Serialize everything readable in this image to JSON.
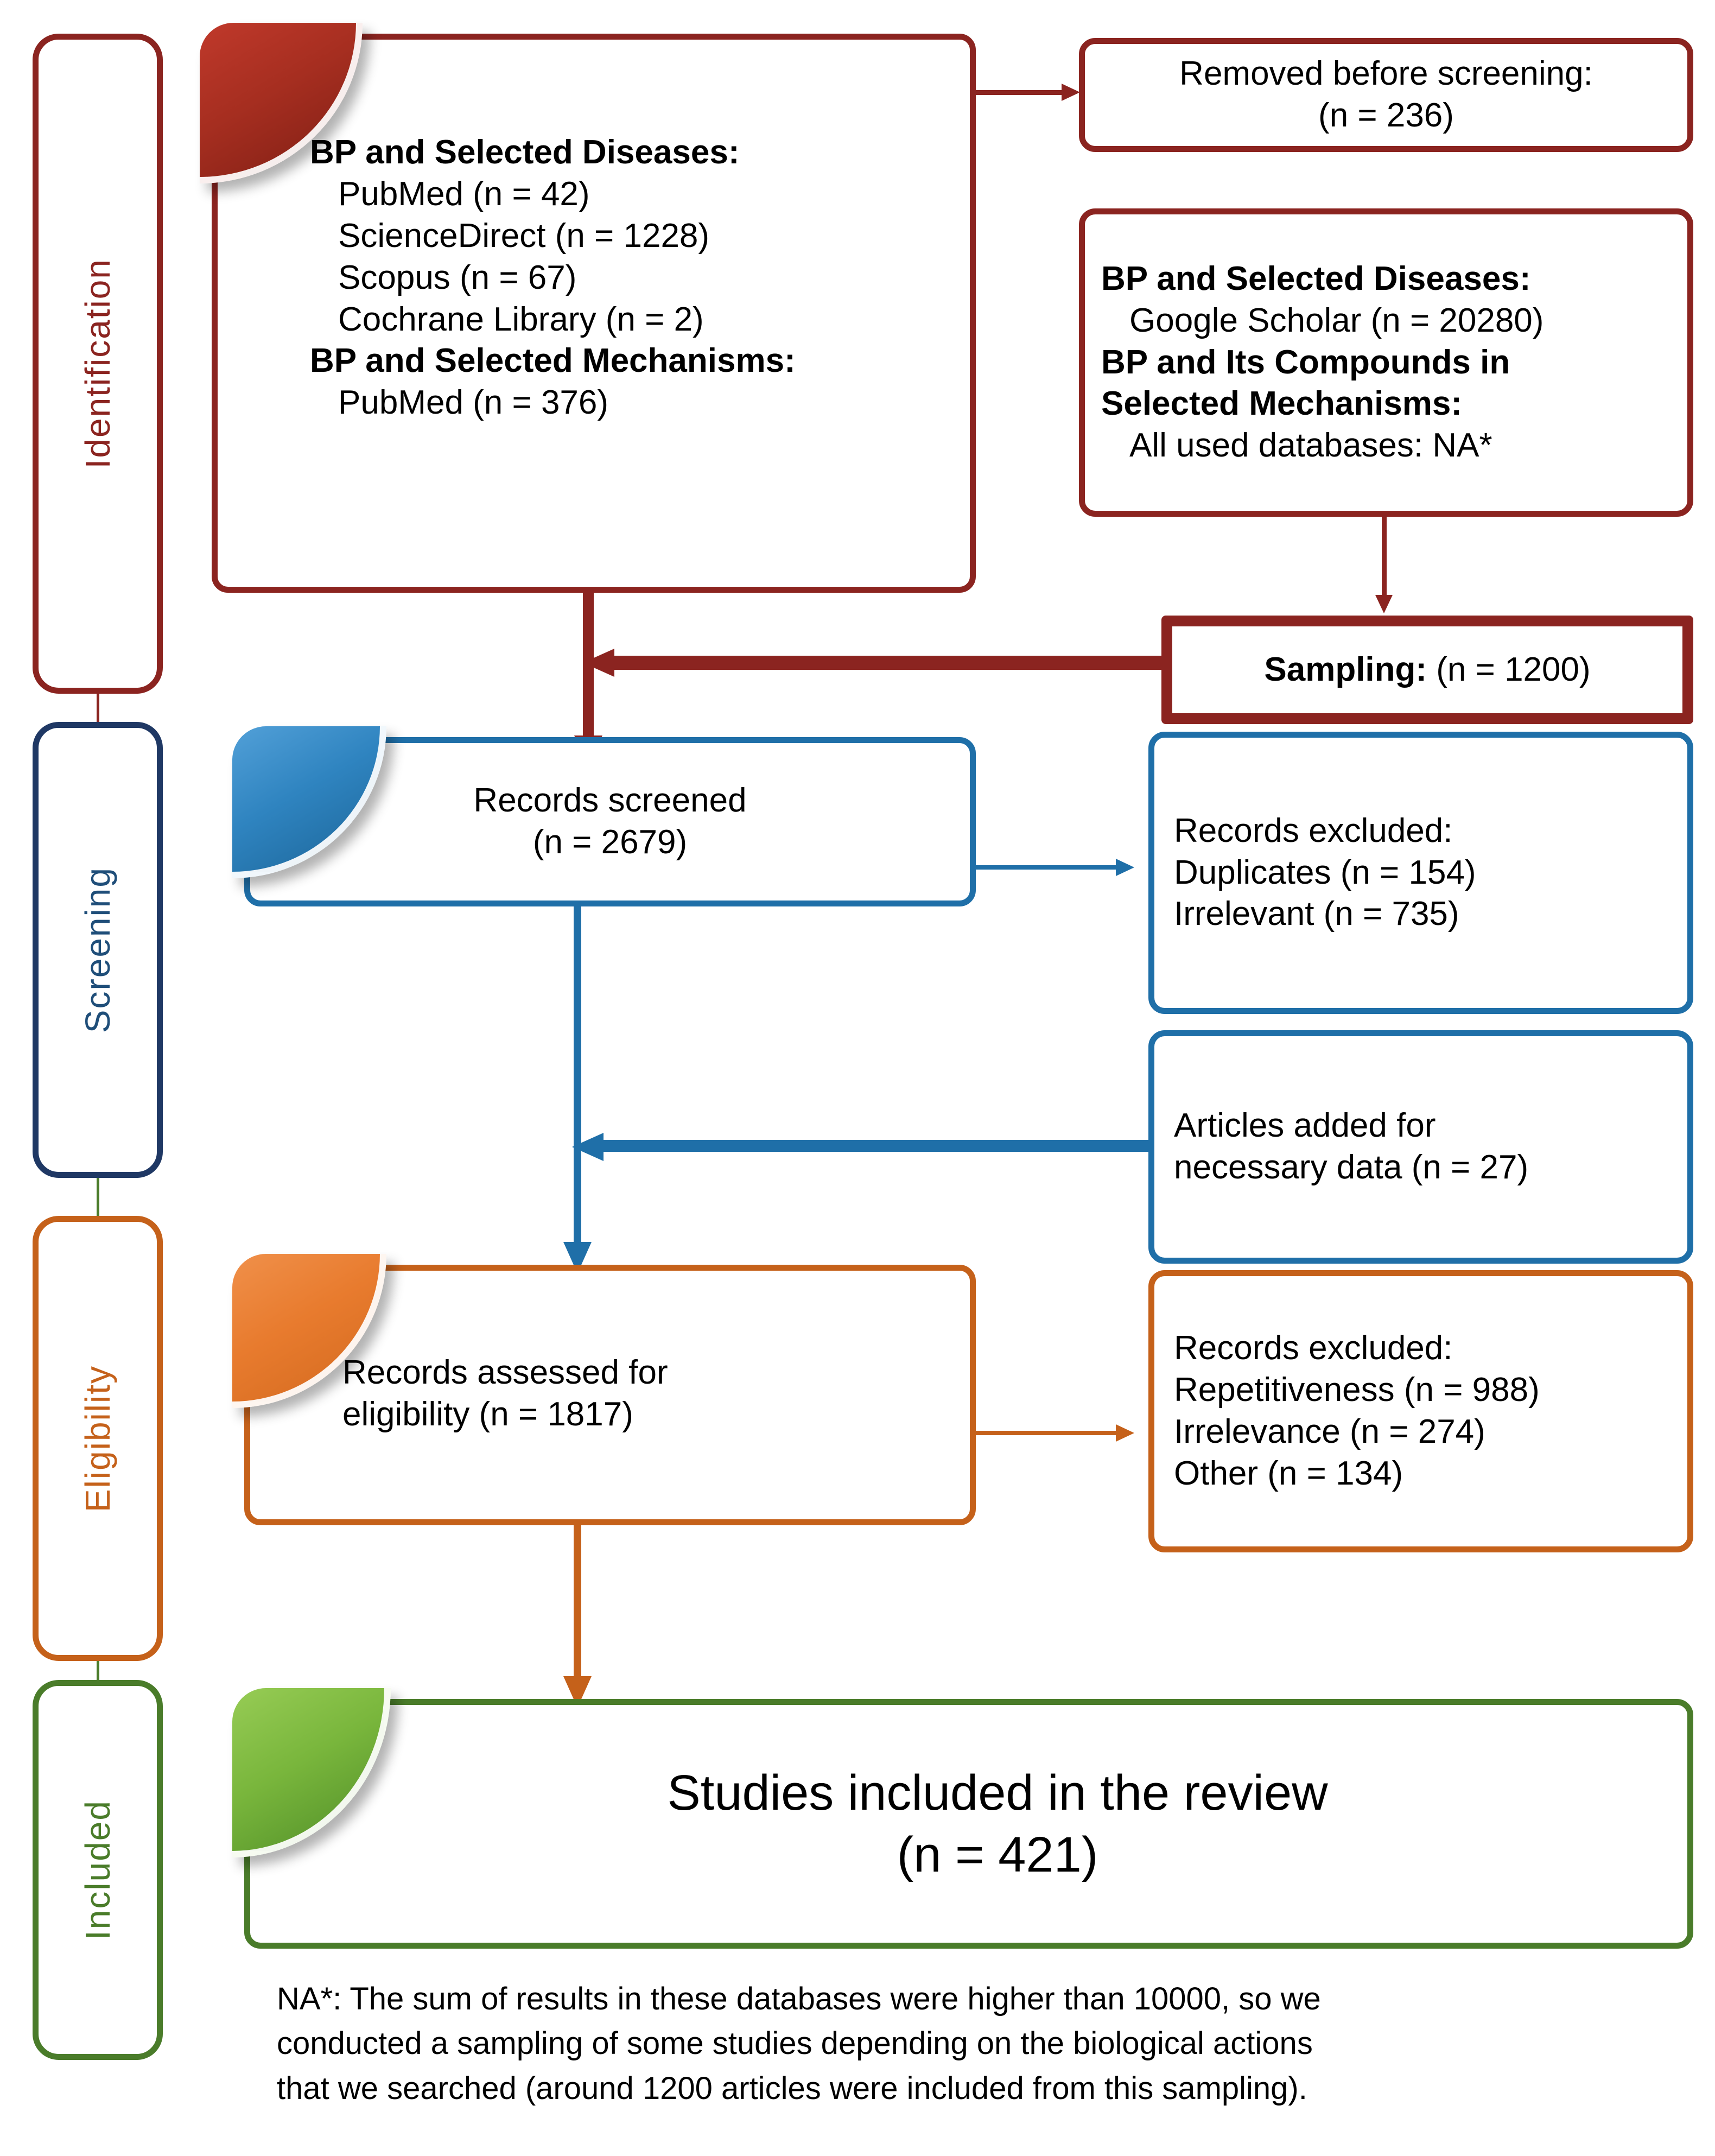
{
  "diagram": {
    "type": "prisma-flow-diagram",
    "colors": {
      "identification": "#8B2420",
      "screening": "#1F6FA8",
      "screening_label": "#1F4E79",
      "eligibility": "#C5611A",
      "included": "#4A7C2A"
    }
  },
  "phases": {
    "identification": "Identification",
    "screening": "Screening",
    "eligibility": "Eligibility",
    "included": "Included"
  },
  "identification": {
    "sources_box": {
      "heading1": "BP and Selected Diseases:",
      "lines1": [
        "PubMed (n = 42)",
        "ScienceDirect (n = 1228)",
        "Scopus (n = 67)",
        "Cochrane Library (n = 2)"
      ],
      "heading2": "BP and Selected Mechanisms:",
      "lines2": [
        "PubMed (n = 376)"
      ]
    },
    "removed_box": {
      "line1": "Removed before screening:",
      "line2": "(n = 236)"
    },
    "scholar_box": {
      "heading1": "BP and Selected Diseases:",
      "line1": "Google Scholar (n = 20280)",
      "heading2a": "BP and Its Compounds in",
      "heading2b": "Selected Mechanisms:",
      "line2": "All used databases: NA*"
    },
    "sampling_box": {
      "label": "Sampling:",
      "value": "(n = 1200)"
    }
  },
  "screening": {
    "screened_box": {
      "line1": "Records screened",
      "line2": "(n = 2679)"
    },
    "excluded_box": {
      "heading": "Records excluded:",
      "lines": [
        "Duplicates (n = 154)",
        "Irrelevant (n = 735)"
      ]
    },
    "added_box": {
      "line1": "Articles added for",
      "line2": "necessary data (n = 27)"
    }
  },
  "eligibility": {
    "assessed_box": {
      "line1": "Records assessed for",
      "line2": "eligibility (n = 1817)"
    },
    "excluded_box": {
      "heading": "Records excluded:",
      "lines": [
        "Repetitiveness (n = 988)",
        "Irrelevance (n = 274)",
        "Other (n = 134)"
      ]
    }
  },
  "included": {
    "studies_box": {
      "line1": "Studies included in the review",
      "line2": "(n = 421)"
    }
  },
  "footnote": {
    "line1": "NA*: The sum of results in these databases were higher than 10000, so we",
    "line2": "conducted a sampling of some studies depending on the biological actions",
    "line3": "that we searched (around 1200 articles were included from this sampling)."
  }
}
